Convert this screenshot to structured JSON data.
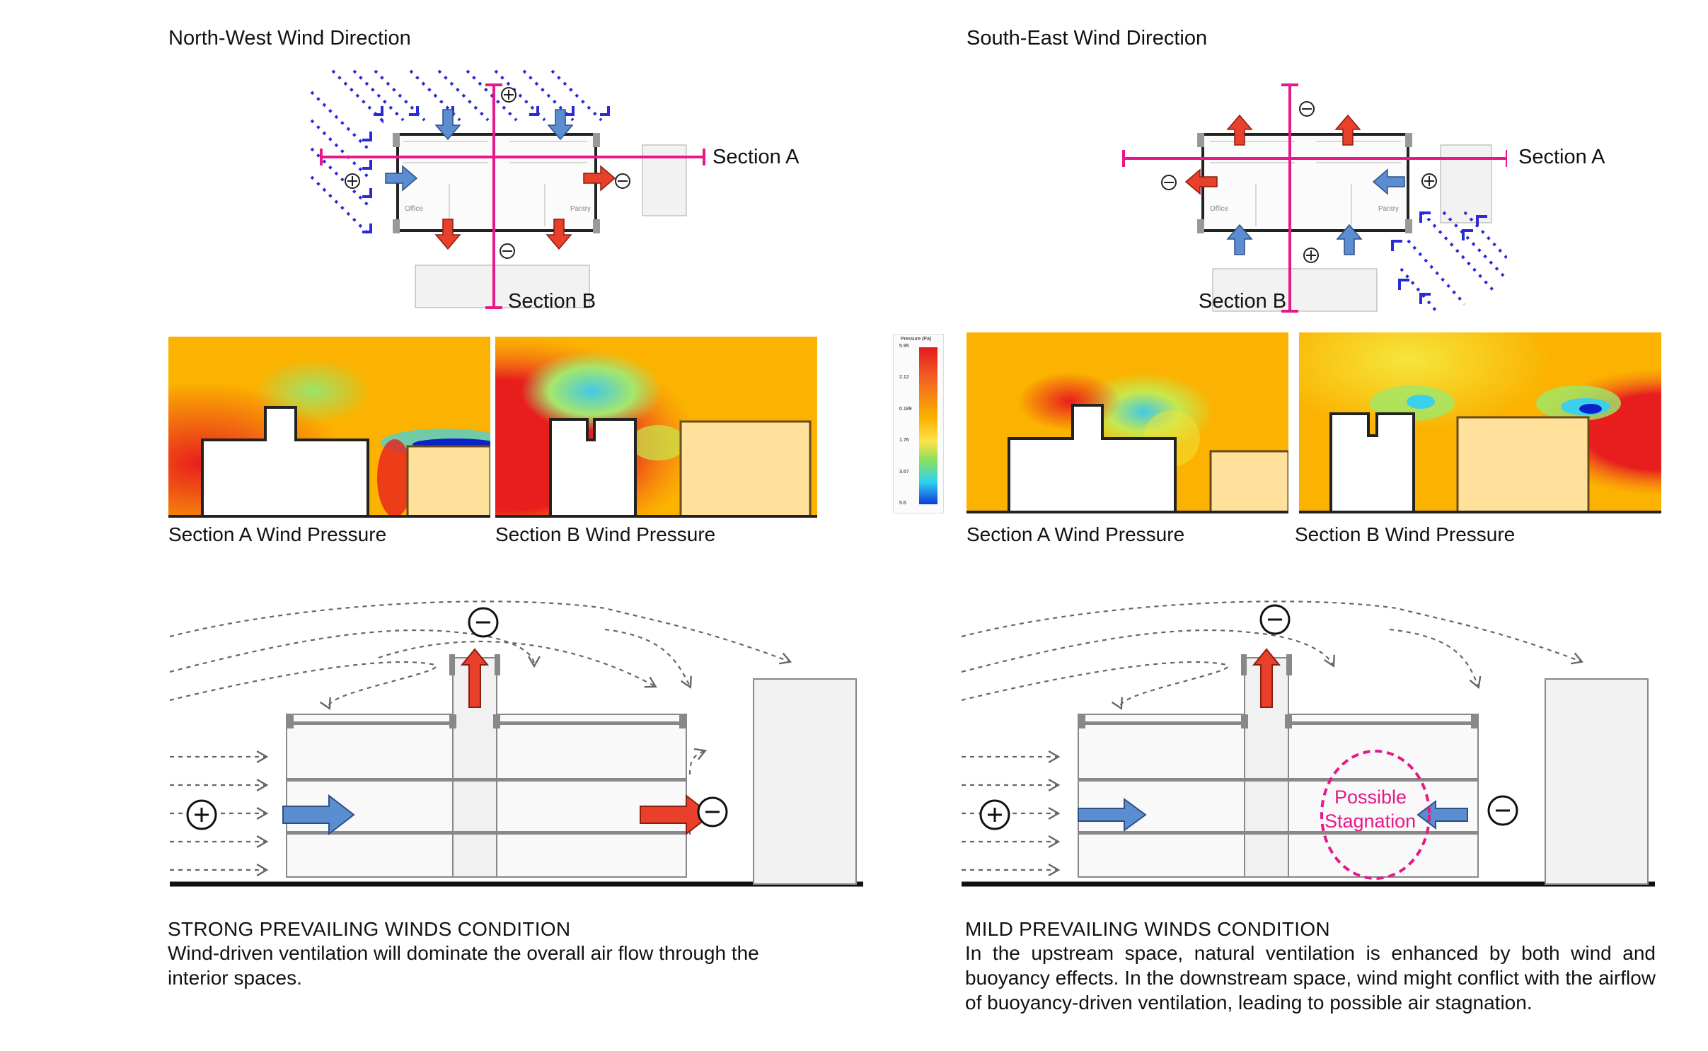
{
  "left": {
    "title": "North-West Wind Direction",
    "section_a_label": "Section A",
    "section_b_label": "Section B",
    "room_office": "Office",
    "room_pantry": "Pantry",
    "caption_a": "Section A Wind Pressure",
    "caption_b": "Section B Wind Pressure",
    "heading": "STRONG PREVAILING WINDS CONDITION",
    "description": "Wind-driven ventilation will dominate the overall air flow through the interior spaces."
  },
  "right": {
    "title": "South-East Wind Direction",
    "section_a_label": "Section A",
    "section_b_label": "Section B",
    "room_office": "Office",
    "room_pantry": "Pantry",
    "caption_a": "Section A Wind Pressure",
    "caption_b": "Section B Wind Pressure",
    "heading": "MILD PREVAILING WINDS CONDITION",
    "description": "In the upstream space, natural ventilation is enhanced by both wind and buoyancy effects. In the downstream space, wind might conflict with the airflow of buoyancy-driven ventilation, leading to possible air stagnation.",
    "stagnation_label_1": "Possible",
    "stagnation_label_2": "Stagnation"
  },
  "legend": {
    "title": "Pressure (Pa)",
    "ticks": [
      "5.95",
      "2.12",
      "0.189",
      "1.76",
      "3.67",
      "5.6"
    ]
  },
  "symbols": {
    "positive": "⊕",
    "negative": "⊖"
  },
  "colors": {
    "section_line": "#e6198a",
    "inflow_arrow": "#5b8ed0",
    "outflow_arrow": "#e8402a",
    "wind_dash": "#2b2bd6",
    "stagnation": "#e6198a"
  }
}
